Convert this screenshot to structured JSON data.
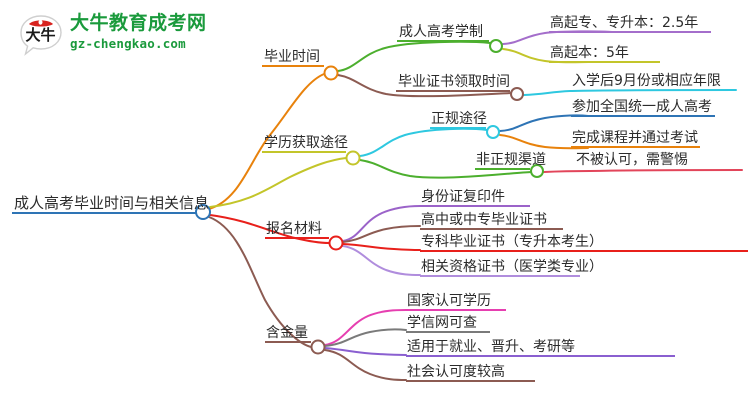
{
  "logo": {
    "mark_alt": "speech-bubble-logo",
    "mark_text": "大牛",
    "brand_cn": "大牛教育成考网",
    "brand_url": "gz-chengkao.com",
    "brand_color": "#1a9a3c",
    "mark_accent_color": "#d8231f"
  },
  "mindmap": {
    "root": {
      "label": "成人高考毕业时间与相关信息",
      "color": "#2e74b5"
    },
    "branches": [
      {
        "label": "毕业时间",
        "color": "#e8820c",
        "children": [
          {
            "label": "成人高考学制",
            "color": "#4caf2e",
            "children": [
              {
                "label": "高起专、专升本：2.5年",
                "color": "#a46ecb"
              },
              {
                "label": "高起本：5年",
                "color": "#c3c52a"
              }
            ]
          },
          {
            "label": "毕业证书领取时间",
            "color": "#8c5b52",
            "children": [
              {
                "label": "入学后9月份或相应年限",
                "color": "#2ec8e0"
              }
            ]
          }
        ]
      },
      {
        "label": "学历获取途径",
        "color": "#c3c52a",
        "children": [
          {
            "label": "正规途径",
            "color": "#2ec8e0",
            "children": [
              {
                "label": "参加全国统一成人高考",
                "color": "#2e74b5"
              },
              {
                "label": "完成课程并通过考试",
                "color": "#e8820c"
              }
            ]
          },
          {
            "label": "非正规渠道",
            "color": "#4caf2e",
            "children": [
              {
                "label": "不被认可，需警惕",
                "color": "#e2455a"
              }
            ]
          }
        ]
      },
      {
        "label": "报名材料",
        "color": "#e8201b",
        "children": [
          {
            "label": "身份证复印件",
            "color": "#9b63c9"
          },
          {
            "label": "高中或中专毕业证书",
            "color": "#8c5b52"
          },
          {
            "label": "专科毕业证书（专升本考生）",
            "color": "#e8201b"
          },
          {
            "label": "相关资格证书（医学类专业）",
            "color": "#b08ddd"
          }
        ]
      },
      {
        "label": "含金量",
        "color": "#8c5b52",
        "children": [
          {
            "label": "国家认可学历",
            "color": "#e63fb0"
          },
          {
            "label": "学信网可查",
            "color": "#7a7a7a"
          },
          {
            "label": "适用于就业、晋升、考研等",
            "color": "#8a5fd0"
          },
          {
            "label": "社会认可度较高",
            "color": "#8c5b52"
          }
        ]
      }
    ]
  }
}
